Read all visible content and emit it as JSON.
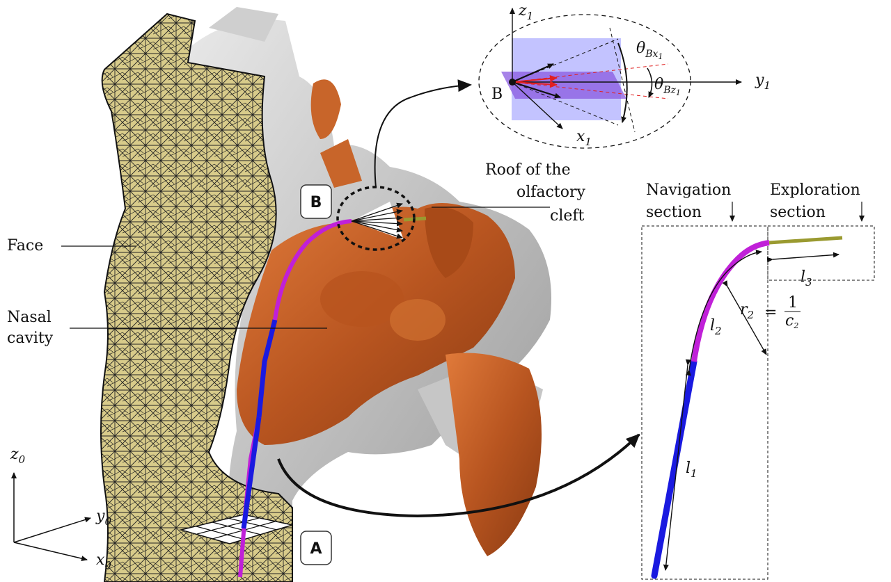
{
  "labels": {
    "face": "Face",
    "nasal_cavity_line1": "Nasal",
    "nasal_cavity_line2": "cavity",
    "roof_line1": "Roof of the",
    "roof_line2": "olfactory",
    "roof_line3": "cleft",
    "navigation_line1": "Navigation",
    "navigation_line2": "section",
    "exploration_line1": "Exploration",
    "exploration_line2": "section",
    "point_a": "A",
    "point_b": "B",
    "inset_b": "B"
  },
  "axes_global": {
    "z": "z",
    "z_sub": "0",
    "y": "y",
    "y_sub": "0",
    "x": "x",
    "x_sub": "0"
  },
  "axes_local": {
    "z": "z",
    "z_sub": "1",
    "y": "y",
    "y_sub": "1",
    "x": "x",
    "x_sub": "1"
  },
  "angles": {
    "theta_x": "θ",
    "theta_x_sub": "Bx",
    "theta_x_sub2": "1",
    "theta_z": "θ",
    "theta_z_sub": "Bz",
    "theta_z_sub2": "1"
  },
  "lengths": {
    "l1": "l",
    "l1_sub": "1",
    "l2": "l",
    "l2_sub": "2",
    "l3": "l",
    "l3_sub": "3",
    "r2": "r",
    "r2_sub": "2",
    "r2_eq": "=",
    "r2_num": "1",
    "r2_den": "c",
    "r2_den_sub": "2"
  },
  "colors": {
    "face_mesh": "#d8cb8a",
    "mesh_line": "#222222",
    "cavity_orange": "#c8652a",
    "bone_gray": "#b8b8b8",
    "blue_section": "#1a1ae0",
    "magenta_section": "#c020d8",
    "olive_section": "#9a9a30",
    "plane_blue": "#b8b8ff",
    "plane_violet": "#8a5ae0",
    "red_dash": "#e02020"
  }
}
